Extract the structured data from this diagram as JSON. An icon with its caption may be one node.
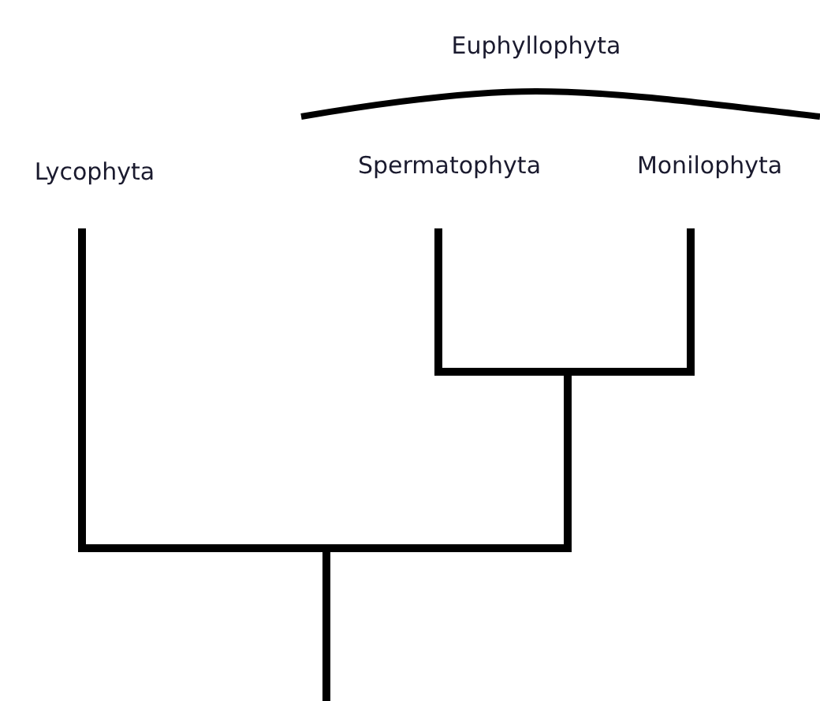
{
  "diagram": {
    "labels": [
      "Euphyllophyta",
      "Lycophyta",
      "Spermatophyta",
      "Monilophyta"
    ]
  }
}
